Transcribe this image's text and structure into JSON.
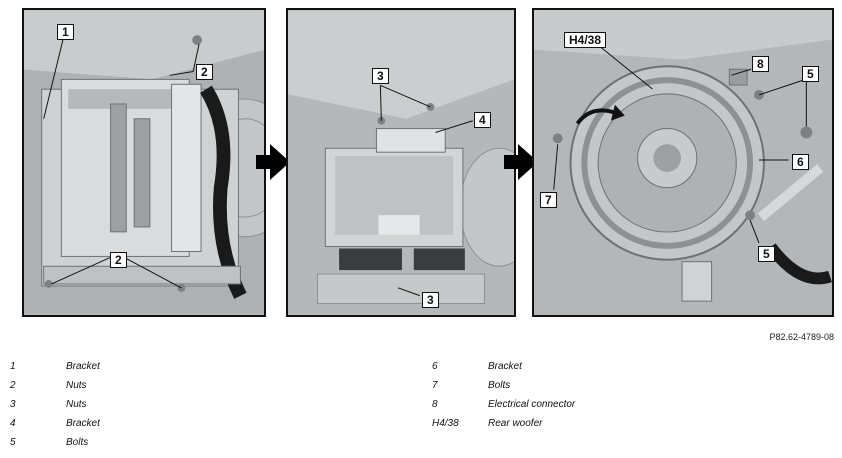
{
  "panels": [
    {
      "callouts": [
        "1",
        "2",
        "2"
      ]
    },
    {
      "callouts": [
        "3",
        "4",
        "3"
      ]
    },
    {
      "callouts": [
        "H4/38",
        "8",
        "5",
        "6",
        "7",
        "5"
      ]
    }
  ],
  "reference": "P82.62-4789-08",
  "legend": {
    "left": [
      {
        "num": "1",
        "text": "Bracket"
      },
      {
        "num": "2",
        "text": "Nuts"
      },
      {
        "num": "3",
        "text": "Nuts"
      },
      {
        "num": "4",
        "text": "Bracket"
      },
      {
        "num": "5",
        "text": "Bolts"
      }
    ],
    "right": [
      {
        "num": "6",
        "text": "Bracket"
      },
      {
        "num": "7",
        "text": "Bolts"
      },
      {
        "num": "8",
        "text": "Electrical connector"
      },
      {
        "num": "H4/38",
        "text": "Rear woofer"
      }
    ]
  }
}
